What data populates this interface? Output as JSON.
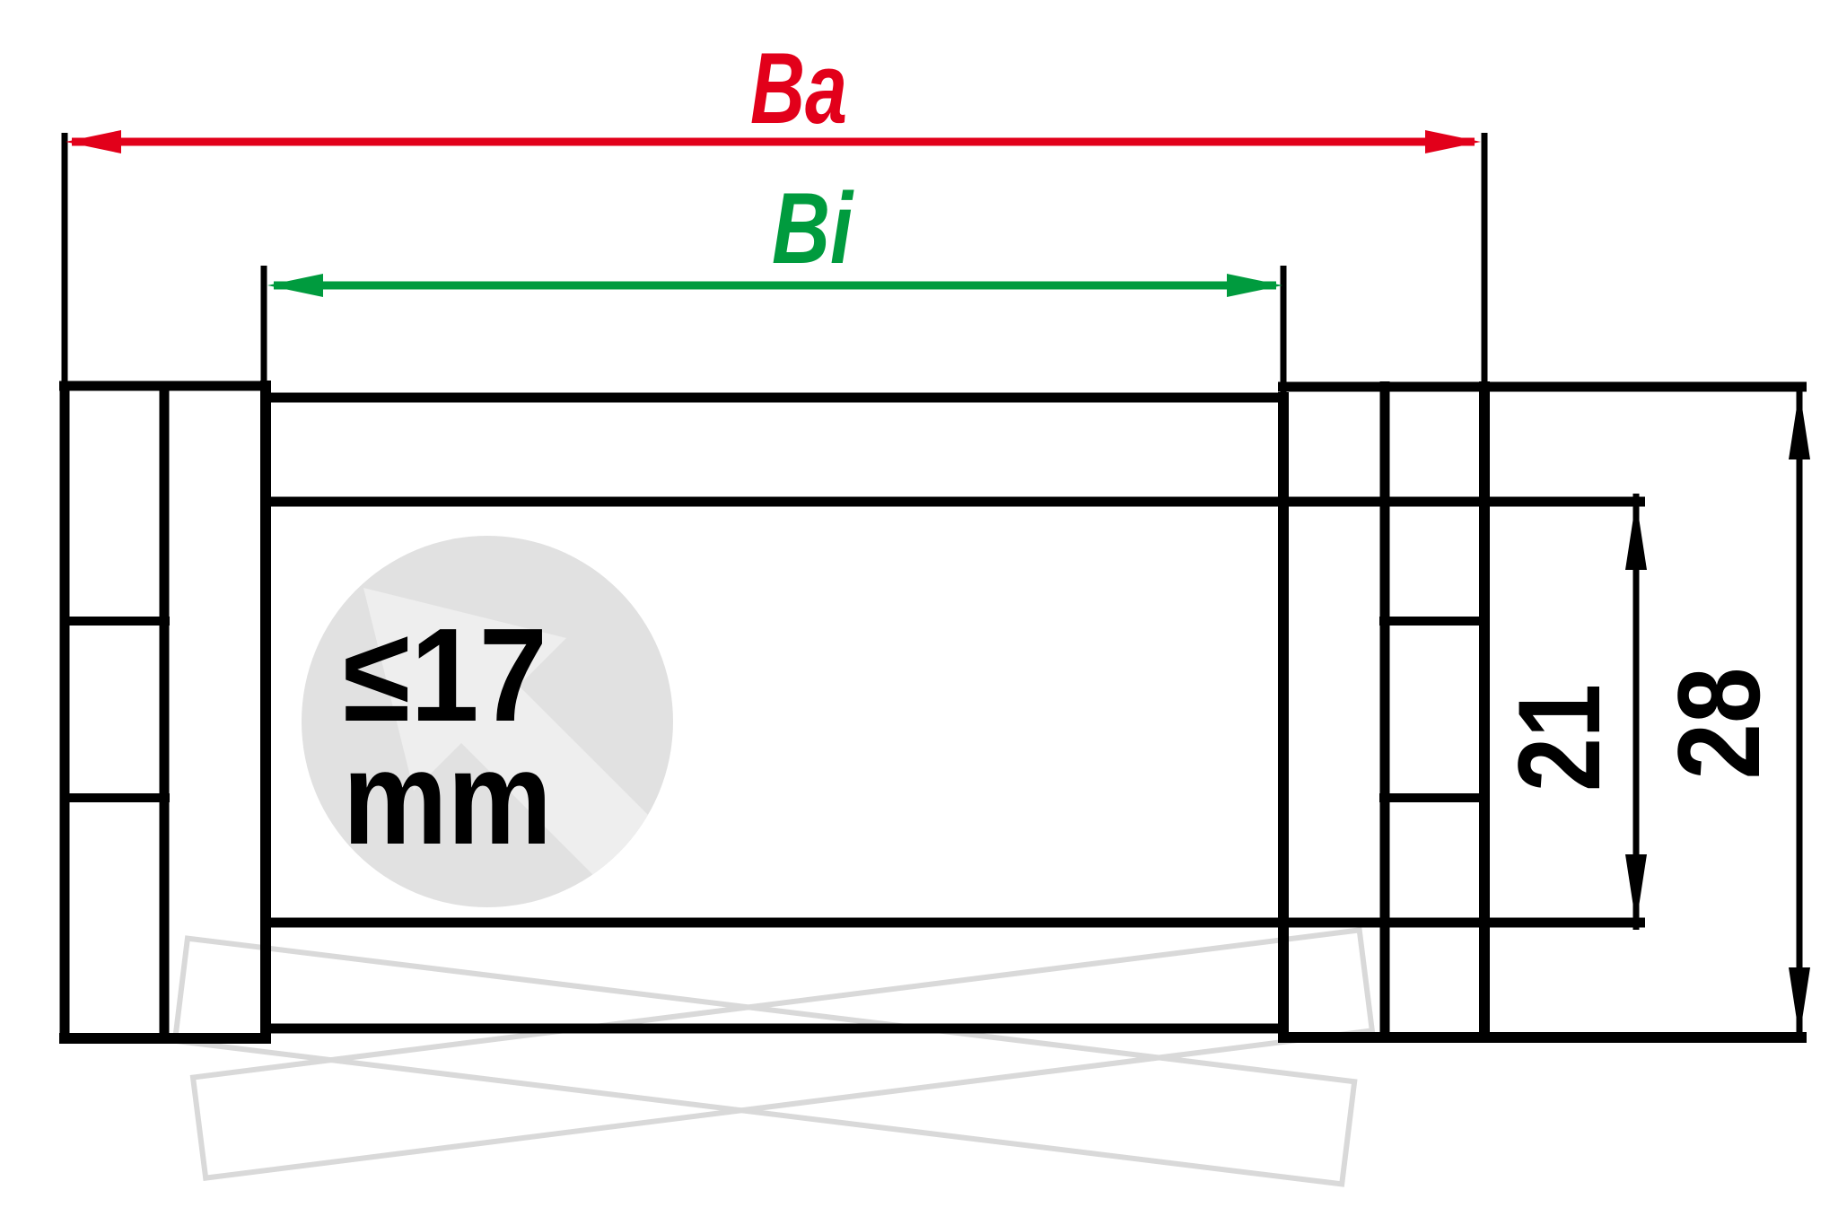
{
  "drawing": {
    "type": "cable-carrier cross-section technical drawing",
    "labels": {
      "outer_width": "Ba",
      "inner_width": "Bi",
      "inner_height": "21",
      "overall_height": "28",
      "capacity_line1": "≤17",
      "capacity_line2": "mm"
    },
    "colors": {
      "outer_width_dim": "#e2001a",
      "inner_width_dim": "#009b3e",
      "line": "#000000",
      "watermark_stroke": "#d9d9d9",
      "badge_fill": "#e1e1e1",
      "badge_arrow": "#eeeeee"
    },
    "icons": {
      "badge_arrow": "diagonal-arrow-up-left-icon"
    }
  }
}
